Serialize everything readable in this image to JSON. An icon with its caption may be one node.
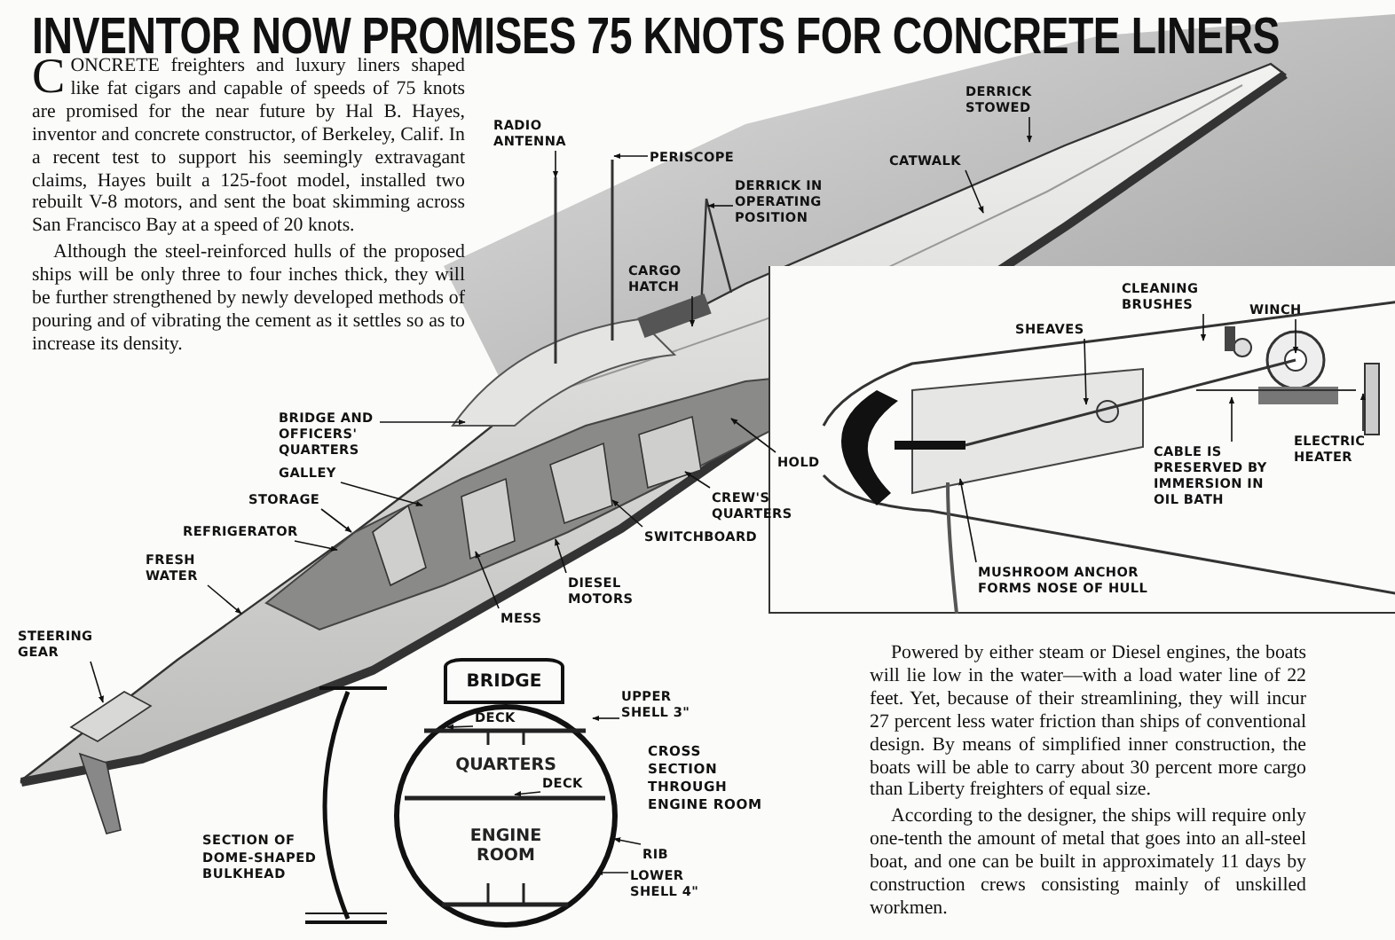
{
  "diagram": {
    "title": "INVENTOR NOW PROMISES 75 KNOTS FOR CONCRETE LINERS",
    "nodes": [
      {
        "text": [
          "RADIO ANTENNA"
        ]
      },
      {
        "text": [
          "PERISCOPE"
        ]
      },
      {
        "text": [
          "DERRICK IN OPERATING POSITION"
        ]
      },
      {
        "text": [
          "CARGO HATCH"
        ]
      },
      {
        "text": [
          "DERRICK STOWED"
        ]
      },
      {
        "text": [
          "CATWALK"
        ]
      },
      {
        "text": [
          "BRIDGE AND OFFICERS' QUARTERS"
        ]
      },
      {
        "text": [
          "GALLEY"
        ]
      },
      {
        "text": [
          "STORAGE"
        ]
      },
      {
        "text": [
          "REFRIGERATOR"
        ]
      },
      {
        "text": [
          "FRESH WATER"
        ]
      },
      {
        "text": [
          "STEERING GEAR"
        ]
      },
      {
        "text": [
          "HOLD"
        ]
      },
      {
        "text": [
          "CREW'S QUARTERS"
        ]
      },
      {
        "text": [
          "SWITCHBOARD"
        ]
      },
      {
        "text": [
          "DIESEL MOTORS"
        ]
      },
      {
        "text": [
          "MESS"
        ]
      },
      {
        "text": [
          "CLEANING BRUSHES"
        ]
      },
      {
        "text": [
          "WINCH"
        ]
      },
      {
        "text": [
          "SHEAVES"
        ]
      },
      {
        "text": [
          "ELECTRIC HEATER"
        ]
      },
      {
        "text": [
          "CABLE IS PRESERVED BY IMMERSION IN OIL BATH"
        ]
      },
      {
        "text": [
          "MUSHROOM ANCHOR FORMS NOSE OF HULL"
        ]
      },
      {
        "text": [
          "BRIDGE"
        ]
      },
      {
        "text": [
          "QUARTERS",
          "ENGINE ROOM"
        ]
      },
      {
        "text": [
          "DECK"
        ],
        "in": 24
      },
      {
        "text": [
          "UPPER SHELL 3\""
        ]
      },
      {
        "text": [
          "DECK"
        ],
        "in": 24
      },
      {
        "text": [
          "RIB"
        ]
      },
      {
        "text": [
          "LOWER SHELL 4\""
        ]
      }
    ],
    "edges": [
      {
        "from": 0,
        "to": null,
        "arrow": "to"
      },
      {
        "from": 1,
        "to": null,
        "arrow": "to"
      },
      {
        "from": 2,
        "to": null,
        "arrow": "to"
      },
      {
        "from": 3,
        "to": null,
        "arrow": "to"
      },
      {
        "from": 4,
        "to": null,
        "arrow": "to"
      },
      {
        "from": 5,
        "to": null,
        "arrow": "to"
      },
      {
        "from": 6,
        "to": null,
        "arrow": "to"
      },
      {
        "from": 7,
        "to": null,
        "arrow": "to"
      },
      {
        "from": 8,
        "to": null,
        "arrow": "to"
      },
      {
        "from": 9,
        "to": null,
        "arrow": "to"
      },
      {
        "from": 10,
        "to": null,
        "arrow": "to"
      },
      {
        "from": 11,
        "to": null,
        "arrow": "to"
      },
      {
        "from": 12,
        "to": null,
        "arrow": "to"
      },
      {
        "from": 13,
        "to": null,
        "arrow": "to"
      },
      {
        "from": 14,
        "to": null,
        "arrow": "to"
      },
      {
        "from": 15,
        "to": null,
        "arrow": "to"
      },
      {
        "from": 16,
        "to": null,
        "arrow": "to"
      },
      {
        "from": 17,
        "to": null,
        "arrow": "to"
      },
      {
        "from": 18,
        "to": null,
        "arrow": "to"
      },
      {
        "from": 19,
        "to": null,
        "arrow": "to"
      },
      {
        "from": 20,
        "to": null,
        "arrow": "to"
      },
      {
        "from": 21,
        "to": null,
        "arrow": "to"
      },
      {
        "from": 22,
        "to": null,
        "arrow": "to"
      },
      {
        "from": 25,
        "to": null,
        "arrow": "to"
      },
      {
        "from": 26,
        "to": null,
        "arrow": "to"
      },
      {
        "from": 27,
        "to": null,
        "arrow": "to"
      },
      {
        "from": 28,
        "to": null,
        "arrow": "to"
      },
      {
        "from": 29,
        "to": null,
        "arrow": "to"
      }
    ],
    "labels": [
      "CONCRETE freighters and luxury liners shaped like fat cigars and capable of speeds of 75 knots are promised for the near future by Hal B. Hayes, inventor and concrete constructor, of Berkeley, Calif. In a recent test to support his seemingly extravagant claims, Hayes built a 125-foot model, installed two rebuilt V-8 motors, and sent the boat skimming across San Francisco Bay at a speed of 20 knots.",
      "Although the steel-reinforced hulls of the proposed ships will be only three to four inches thick, they will be further strengthened by newly developed methods of pouring and of vibrating the cement as it settles so as to increase its density.",
      "CROSS SECTION THROUGH ENGINE ROOM",
      "SECTION OF DOME-SHAPED BULKHEAD",
      "Powered by either steam or Diesel engines, the boats will lie low in the water—with a load water line of 22 feet. Yet, because of their streamlining, they will incur 27 percent less water friction than ships of conventional design. By means of simplified inner construction, the boats will be able to carry about 30 percent more cargo than Liberty freighters of equal size.",
      "According to the designer, the ships will require only one-tenth the amount of metal that goes into an all-steel boat, and one can be built in approximately 11 days by construction crews consisting mainly of unskilled workmen."
    ]
  }
}
